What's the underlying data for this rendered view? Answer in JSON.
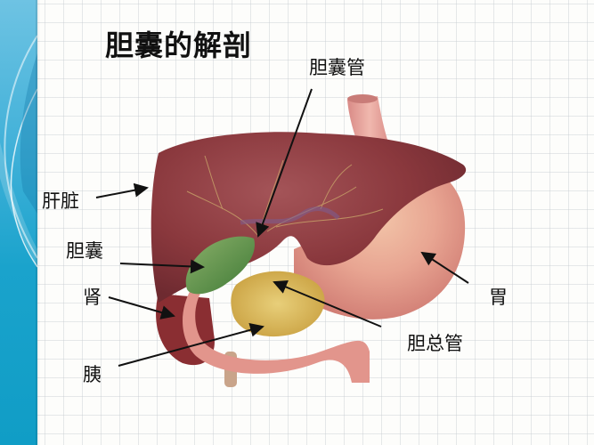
{
  "slide": {
    "title": "胆囊的解剖",
    "background_color": "#fdfdfb",
    "sidebar_color": "#1aa3cc"
  },
  "labels": {
    "cystic_duct": "胆囊管",
    "liver": "肝脏",
    "gallbladder": "胆囊",
    "kidney": "肾",
    "pancreas": "胰",
    "stomach": "胃",
    "common_bile_duct": "胆总管"
  },
  "illustration": {
    "subject": "liver-gallbladder-stomach-pancreas-anatomy",
    "colors": {
      "liver": "#8e3a3e",
      "gallbladder": "#6e9a4a",
      "stomach": "#e4a096",
      "pancreas": "#d9b452",
      "duodenum": "#e49a90",
      "arrow": "#111111"
    }
  }
}
